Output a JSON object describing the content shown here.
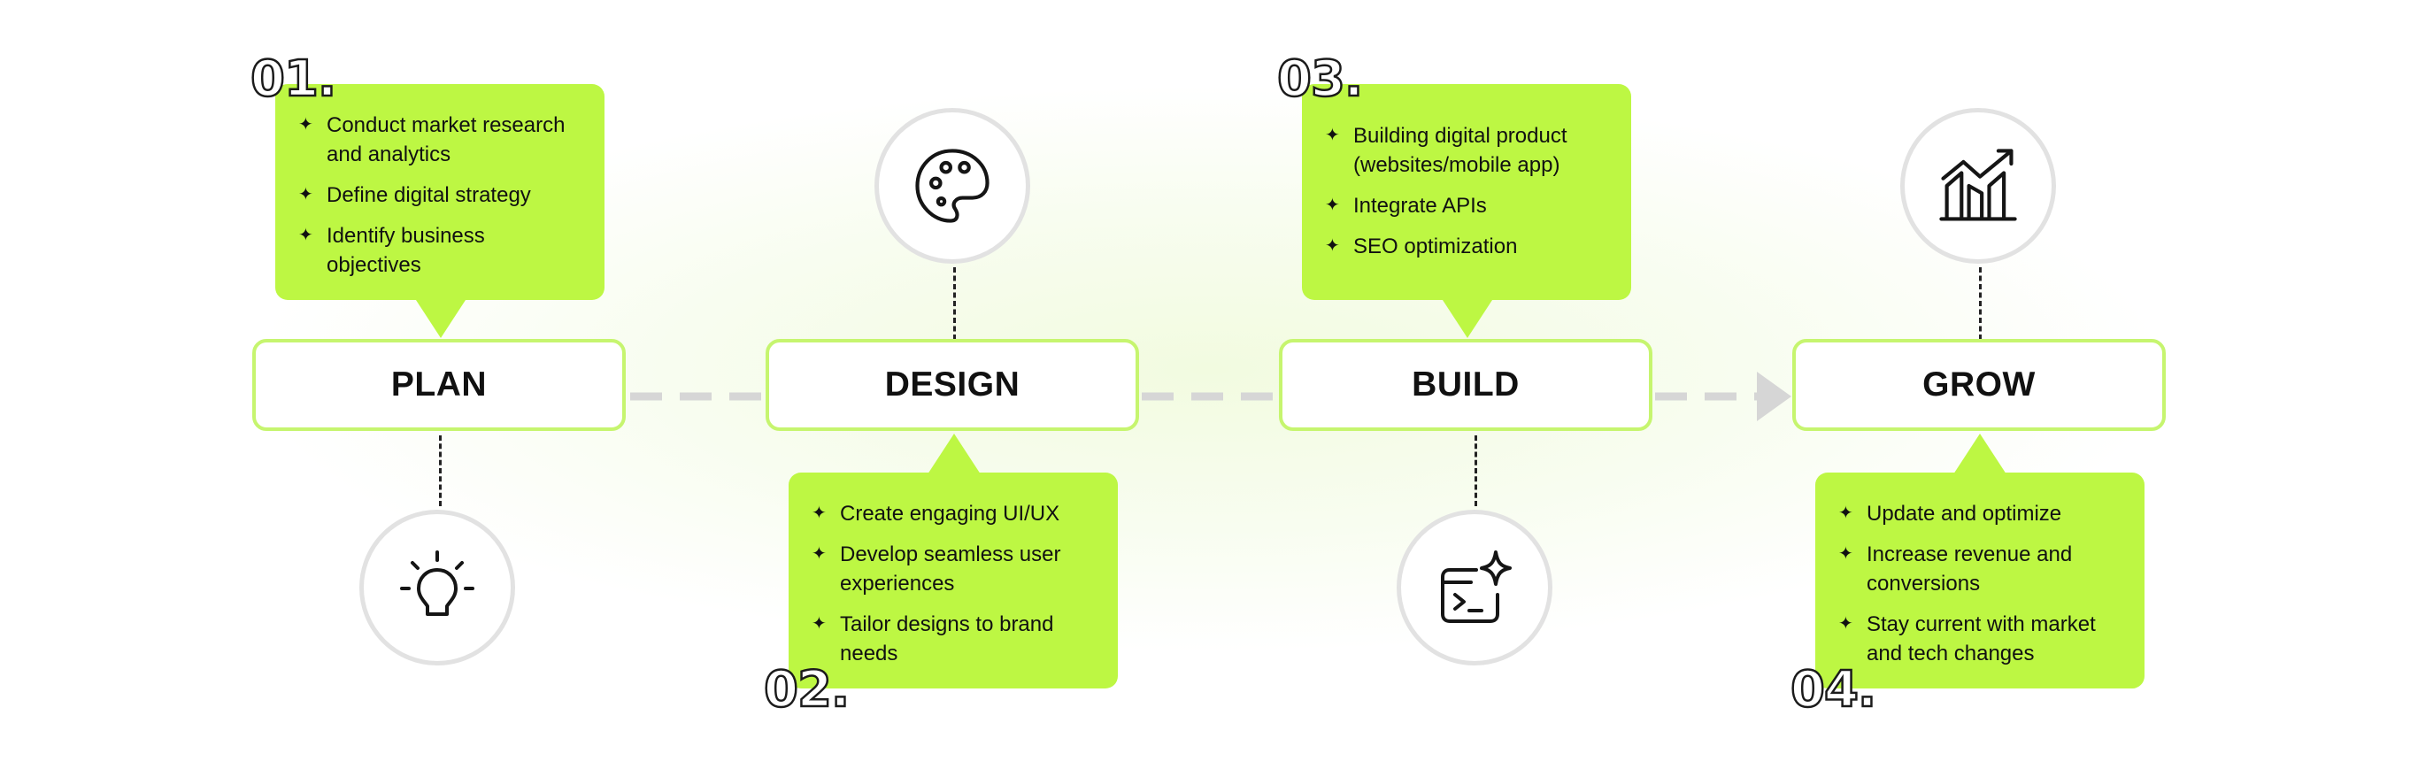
{
  "stages": [
    {
      "number": "01.",
      "title": "PLAN",
      "icon": "lightbulb-icon",
      "bullets": [
        "Conduct market research and analytics",
        "Define digital strategy",
        "Identify business objectives"
      ]
    },
    {
      "number": "02.",
      "title": "DESIGN",
      "icon": "palette-icon",
      "bullets": [
        "Create engaging UI/UX",
        "Develop seamless user experiences",
        "Tailor designs to brand needs"
      ]
    },
    {
      "number": "03.",
      "title": "BUILD",
      "icon": "code-sparkle-icon",
      "bullets": [
        "Building digital product (websites/mobile app)",
        "Integrate APIs",
        "SEO optimization"
      ]
    },
    {
      "number": "04.",
      "title": "GROW",
      "icon": "growth-chart-icon",
      "bullets": [
        "Update and optimize",
        "Increase revenue and conversions",
        "Stay current with market and tech changes"
      ]
    }
  ],
  "bullet_glyph": "✦",
  "colors": {
    "accent": "#bdf743",
    "border": "#c6f56f",
    "connector": "#d6d6d6",
    "circle_border": "#e2e2e2"
  }
}
